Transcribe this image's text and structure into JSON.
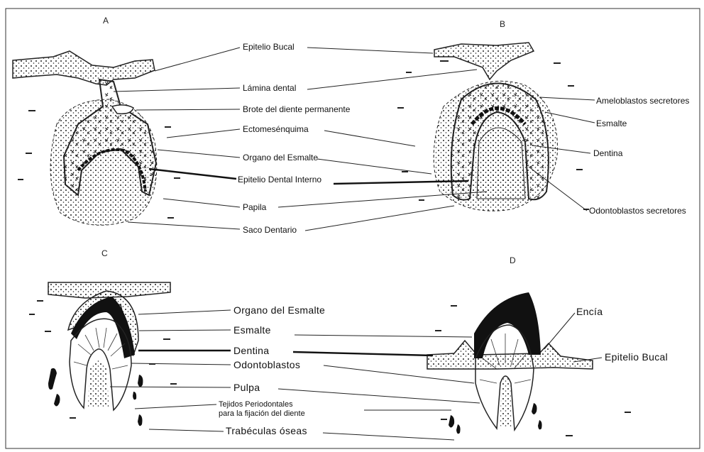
{
  "panels": {
    "a": "A",
    "b": "B",
    "c": "C",
    "d": "D"
  },
  "labels_top": {
    "epitelio_bucal": "Epitelio Bucal",
    "lamina_dental": "Lámina dental",
    "brote": "Brote del diente permanente",
    "ectomesenquima": "Ectomesénquima",
    "organo_esmalte": "Organo del Esmalte",
    "epitelio_dental_interno": "Epitelio Dental Interno",
    "papila": "Papila",
    "saco_dentario": "Saco Dentario",
    "ameloblastos": "Ameloblastos secretores",
    "esmalte": "Esmalte",
    "dentina": "Dentina",
    "odontoblastos_secretores": "Odontoblastos secretores"
  },
  "labels_bottom": {
    "organo_esmalte": "Organo del Esmalte",
    "esmalte": "Esmalte",
    "dentina": "Dentina",
    "odontoblastos": "Odontoblastos",
    "pulpa": "Pulpa",
    "tejidos_1": "Tejidos Periodontales",
    "tejidos_2": "para la fijación del diente",
    "trabeculas": "Trabéculas óseas",
    "encia": "Encía",
    "epitelio_bucal": "Epitelio Bucal"
  }
}
